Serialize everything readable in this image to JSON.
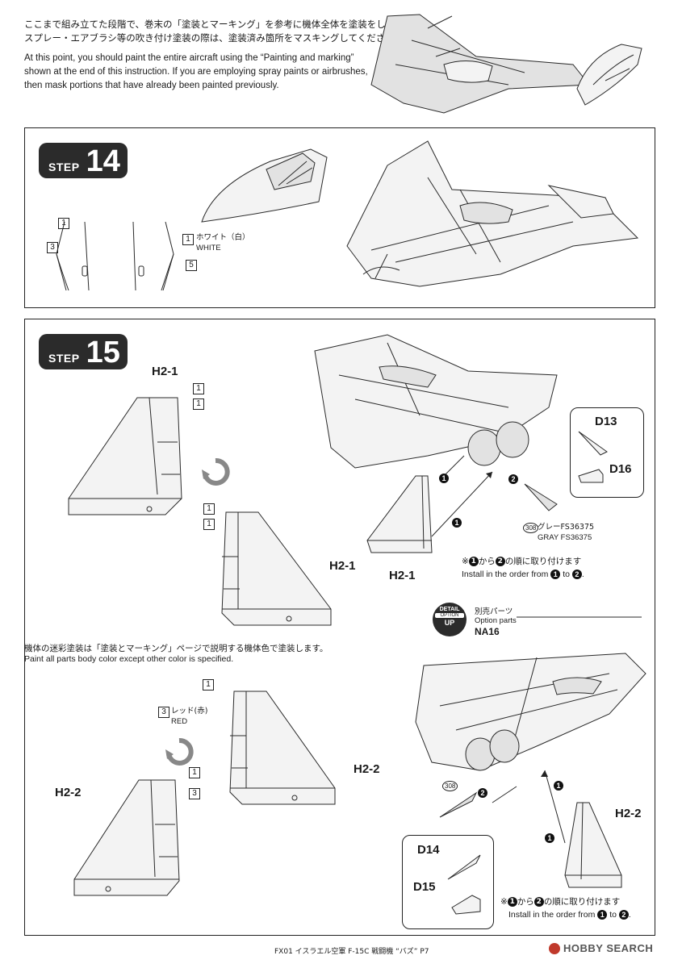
{
  "intro": {
    "jp_line1": "ここまで組み立てた段階で、巻末の「塗装とマーキング」を参考に機体全体を塗装をします。",
    "jp_line2": "スプレー・エアブラシ等の吹き付け塗装の際は、塗装済み箇所をマスキングしてください。",
    "en_line1": "At this point, you should paint the entire aircraft using the “Painting and marking”",
    "en_line2": "shown at the end of this instruction. If you are employing spray paints or airbrushes,",
    "en_line3": "then mask portions that have already been painted previously."
  },
  "step14": {
    "badge_word": "STEP",
    "badge_num": "14",
    "callouts": [
      "1",
      "3",
      "1",
      "5"
    ],
    "white_jp": "ホワイト（白）",
    "white_en": "WHITE"
  },
  "step15": {
    "badge_word": "STEP",
    "badge_num": "15",
    "h2_1": "H2-1",
    "h2_2": "H2-2",
    "c1": "1",
    "c3": "3",
    "d13": "D13",
    "d16": "D16",
    "d14": "D14",
    "d15": "D15",
    "gray_code": "308",
    "gray_jp": "グレーFS36375",
    "gray_en": "GRAY FS36375",
    "order_jp": "※",
    "order_jp_tail": "から",
    "order_jp_tail2": "の順に取り付けます",
    "order_en": "Install in the order from",
    "order_to": "to",
    "order_dot": ".",
    "n1": "1",
    "n2": "2",
    "detail_top": "DETAIL",
    "detail_mid": "OPTION",
    "detail_bot": "UP",
    "option_jp": "別売パーツ",
    "option_en": "Option parts",
    "option_code": "NA16",
    "camo_jp": "機体の迷彩塗装は「塗装とマーキング」ページで説明する機体色で塗装します。",
    "camo_en": "Paint all parts body color except other color is specified.",
    "red_jp": "レッド(赤)",
    "red_en": "RED"
  },
  "footer": {
    "text": "FX01 イスラエル空軍 F-15C 戦闘機 “バズ”  P7",
    "watermark": "HOBBY SEARCH"
  }
}
